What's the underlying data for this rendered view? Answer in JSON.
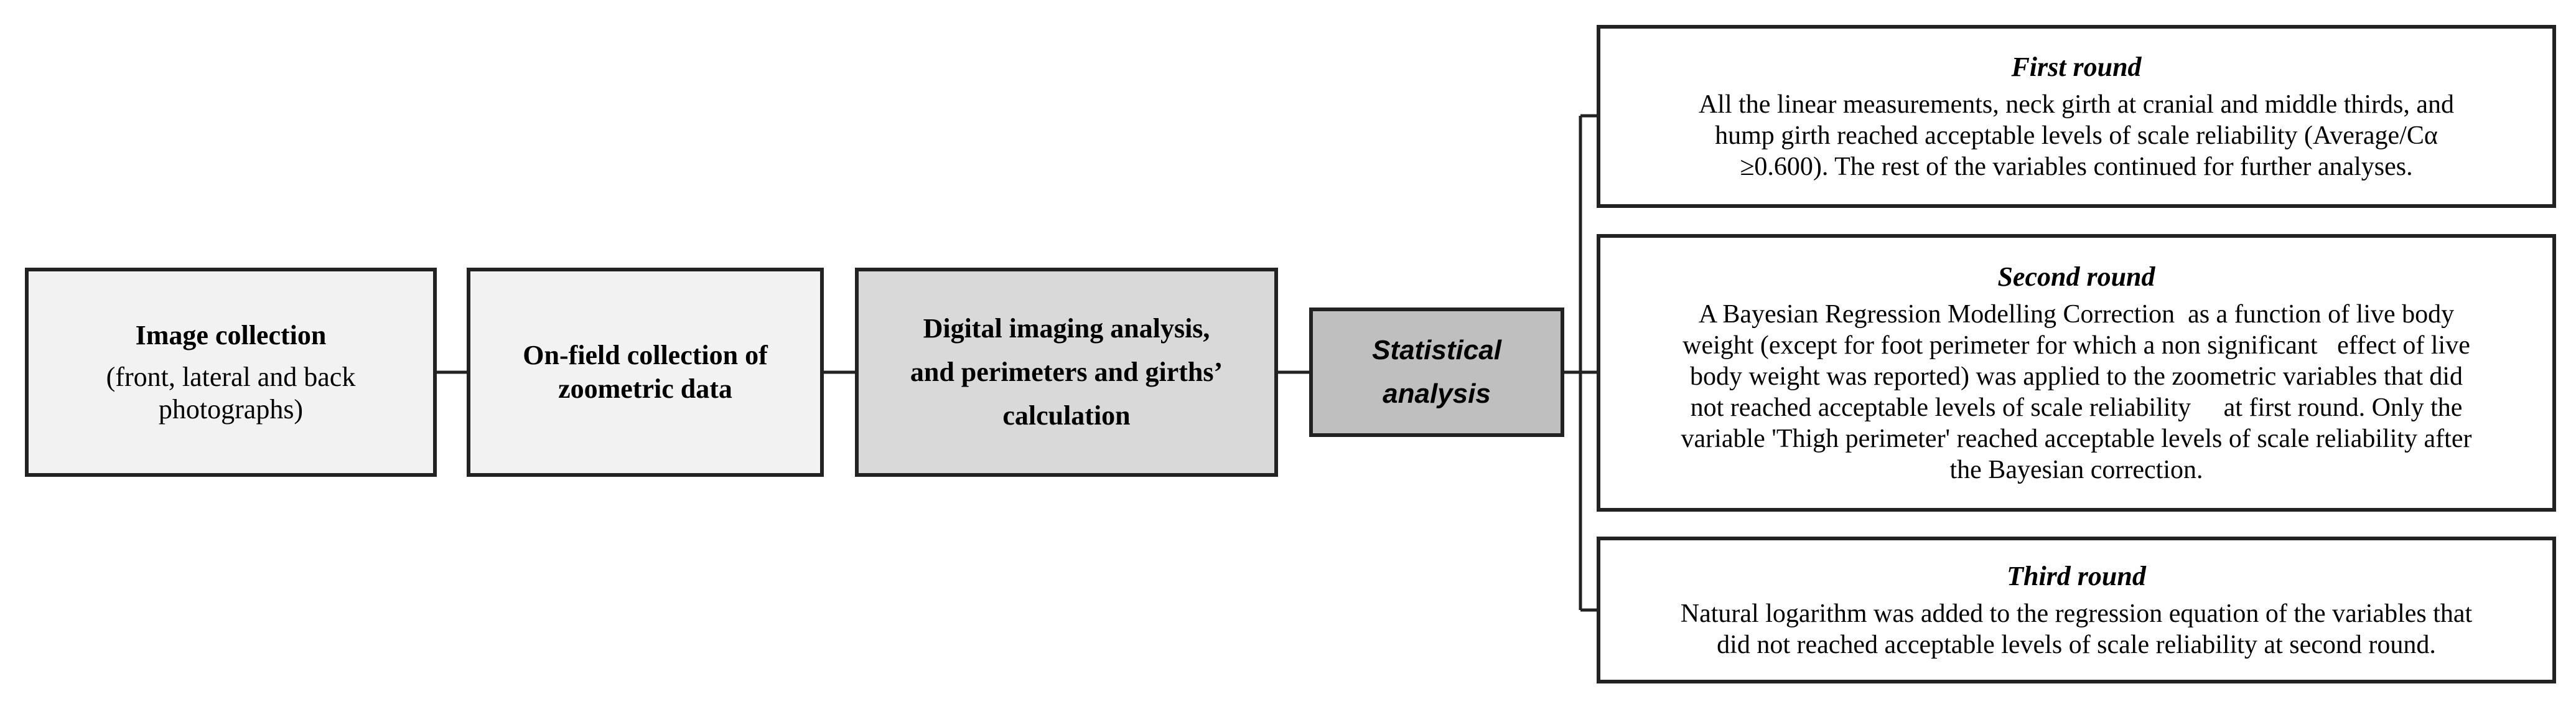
{
  "boxes": {
    "image_collection": {
      "title": "Image collection",
      "subtitle_line1": "(front, lateral and back",
      "subtitle_line2": "photographs)"
    },
    "onfield": {
      "line1": "On-field collection of",
      "line2": "zoometric data"
    },
    "digital": {
      "line1": "Digital imaging analysis,",
      "line2": "and perimeters and girths’",
      "line3": "calculation"
    },
    "statistical": {
      "line1": "Statistical",
      "line2": "analysis"
    },
    "first_round": {
      "title": "First round",
      "line1": "All the linear measurements, neck girth at cranial and middle thirds, and",
      "line2": "hump girth reached acceptable levels of scale reliability (Average/Cα",
      "line3": "≥0.600). The rest of the variables continued for further analyses."
    },
    "second_round": {
      "title": "Second round",
      "line1": "A Bayesian Regression Modelling Correction  as a function of live body",
      "line2": "weight (except for foot perimeter for which a non significant   effect of live",
      "line3": "body weight was reported) was applied to the zoometric variables that did",
      "line4": "not reached acceptable levels of scale reliability     at first round. Only the",
      "line5": "variable 'Thigh perimeter' reached acceptable levels of scale reliability after",
      "line6": "the Bayesian correction."
    },
    "third_round": {
      "title": "Third round",
      "line1": "Natural logarithm was added to the regression equation of the variables that",
      "line2": "did not reached acceptable levels of scale reliability at second round."
    }
  },
  "colors": {
    "light_box": "#f2f2f2",
    "mid_box": "#d9d9d9",
    "dark_box": "#bfbfbf",
    "border": "#222222"
  }
}
